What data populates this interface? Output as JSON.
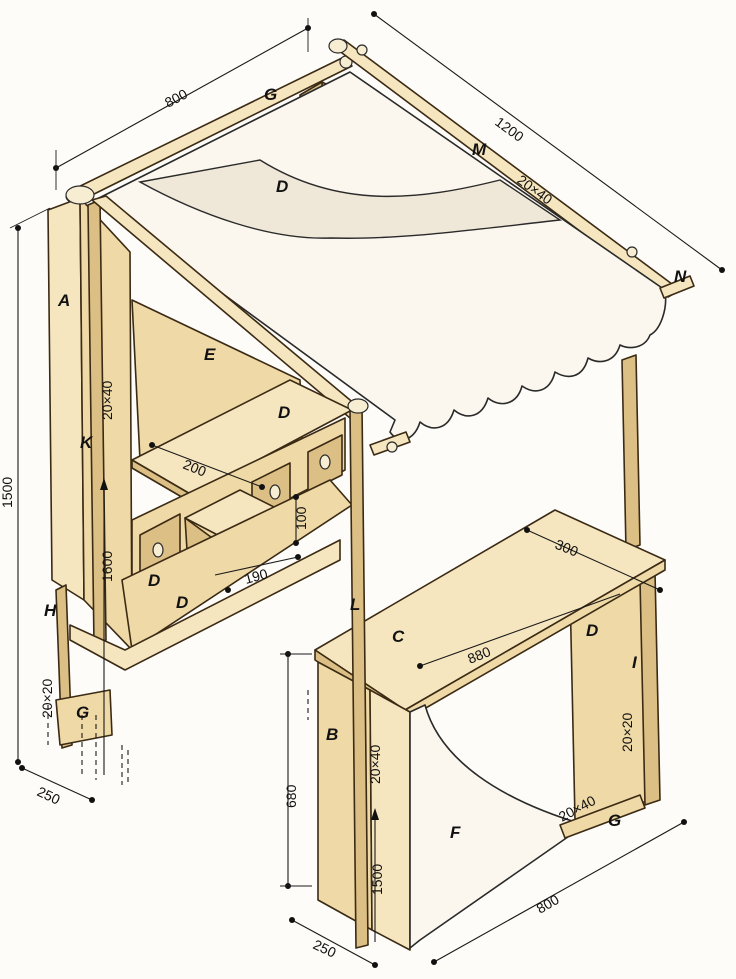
{
  "parts": {
    "a": "A",
    "b": "B",
    "c": "C",
    "d1": "D",
    "d2": "D",
    "d3": "D",
    "d4": "D",
    "d5": "D",
    "e": "E",
    "f": "F",
    "g1": "G",
    "g2": "G",
    "g3": "G",
    "h": "H",
    "i": "I",
    "k": "K",
    "l": "L",
    "m": "M",
    "n": "N"
  },
  "dimensions": {
    "top_width": "800",
    "roof_length": "1200",
    "roof_section": "20×40",
    "left_height": "1500",
    "post_k_section": "20×40",
    "post_k_length": "1600",
    "drawer_spacing": "200",
    "drawer_height": "100",
    "drawer_width": "190",
    "h_section": "20×20",
    "left_depth": "250",
    "counter_depth": "300",
    "counter_length": "880",
    "post_l_section": "20×40",
    "post_l_length": "1500",
    "counter_height": "680",
    "right_depth": "250",
    "right_width": "800",
    "i_section": "20×20",
    "g_section": "20×40"
  }
}
